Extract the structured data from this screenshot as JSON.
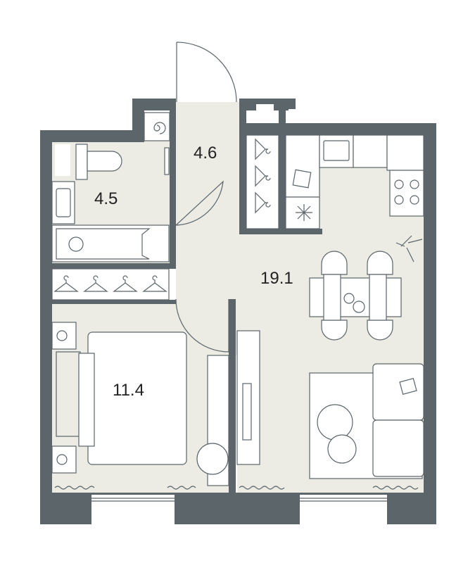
{
  "plan": {
    "rooms": [
      {
        "id": "bathroom",
        "area": "4.5"
      },
      {
        "id": "hallway",
        "area": "4.6"
      },
      {
        "id": "bedroom",
        "area": "11.4"
      },
      {
        "id": "living-kitchen",
        "area": "19.1"
      }
    ],
    "colors": {
      "wall": "#5b656a",
      "floor": "#ecebe4",
      "furniture": "#ffffff"
    }
  }
}
